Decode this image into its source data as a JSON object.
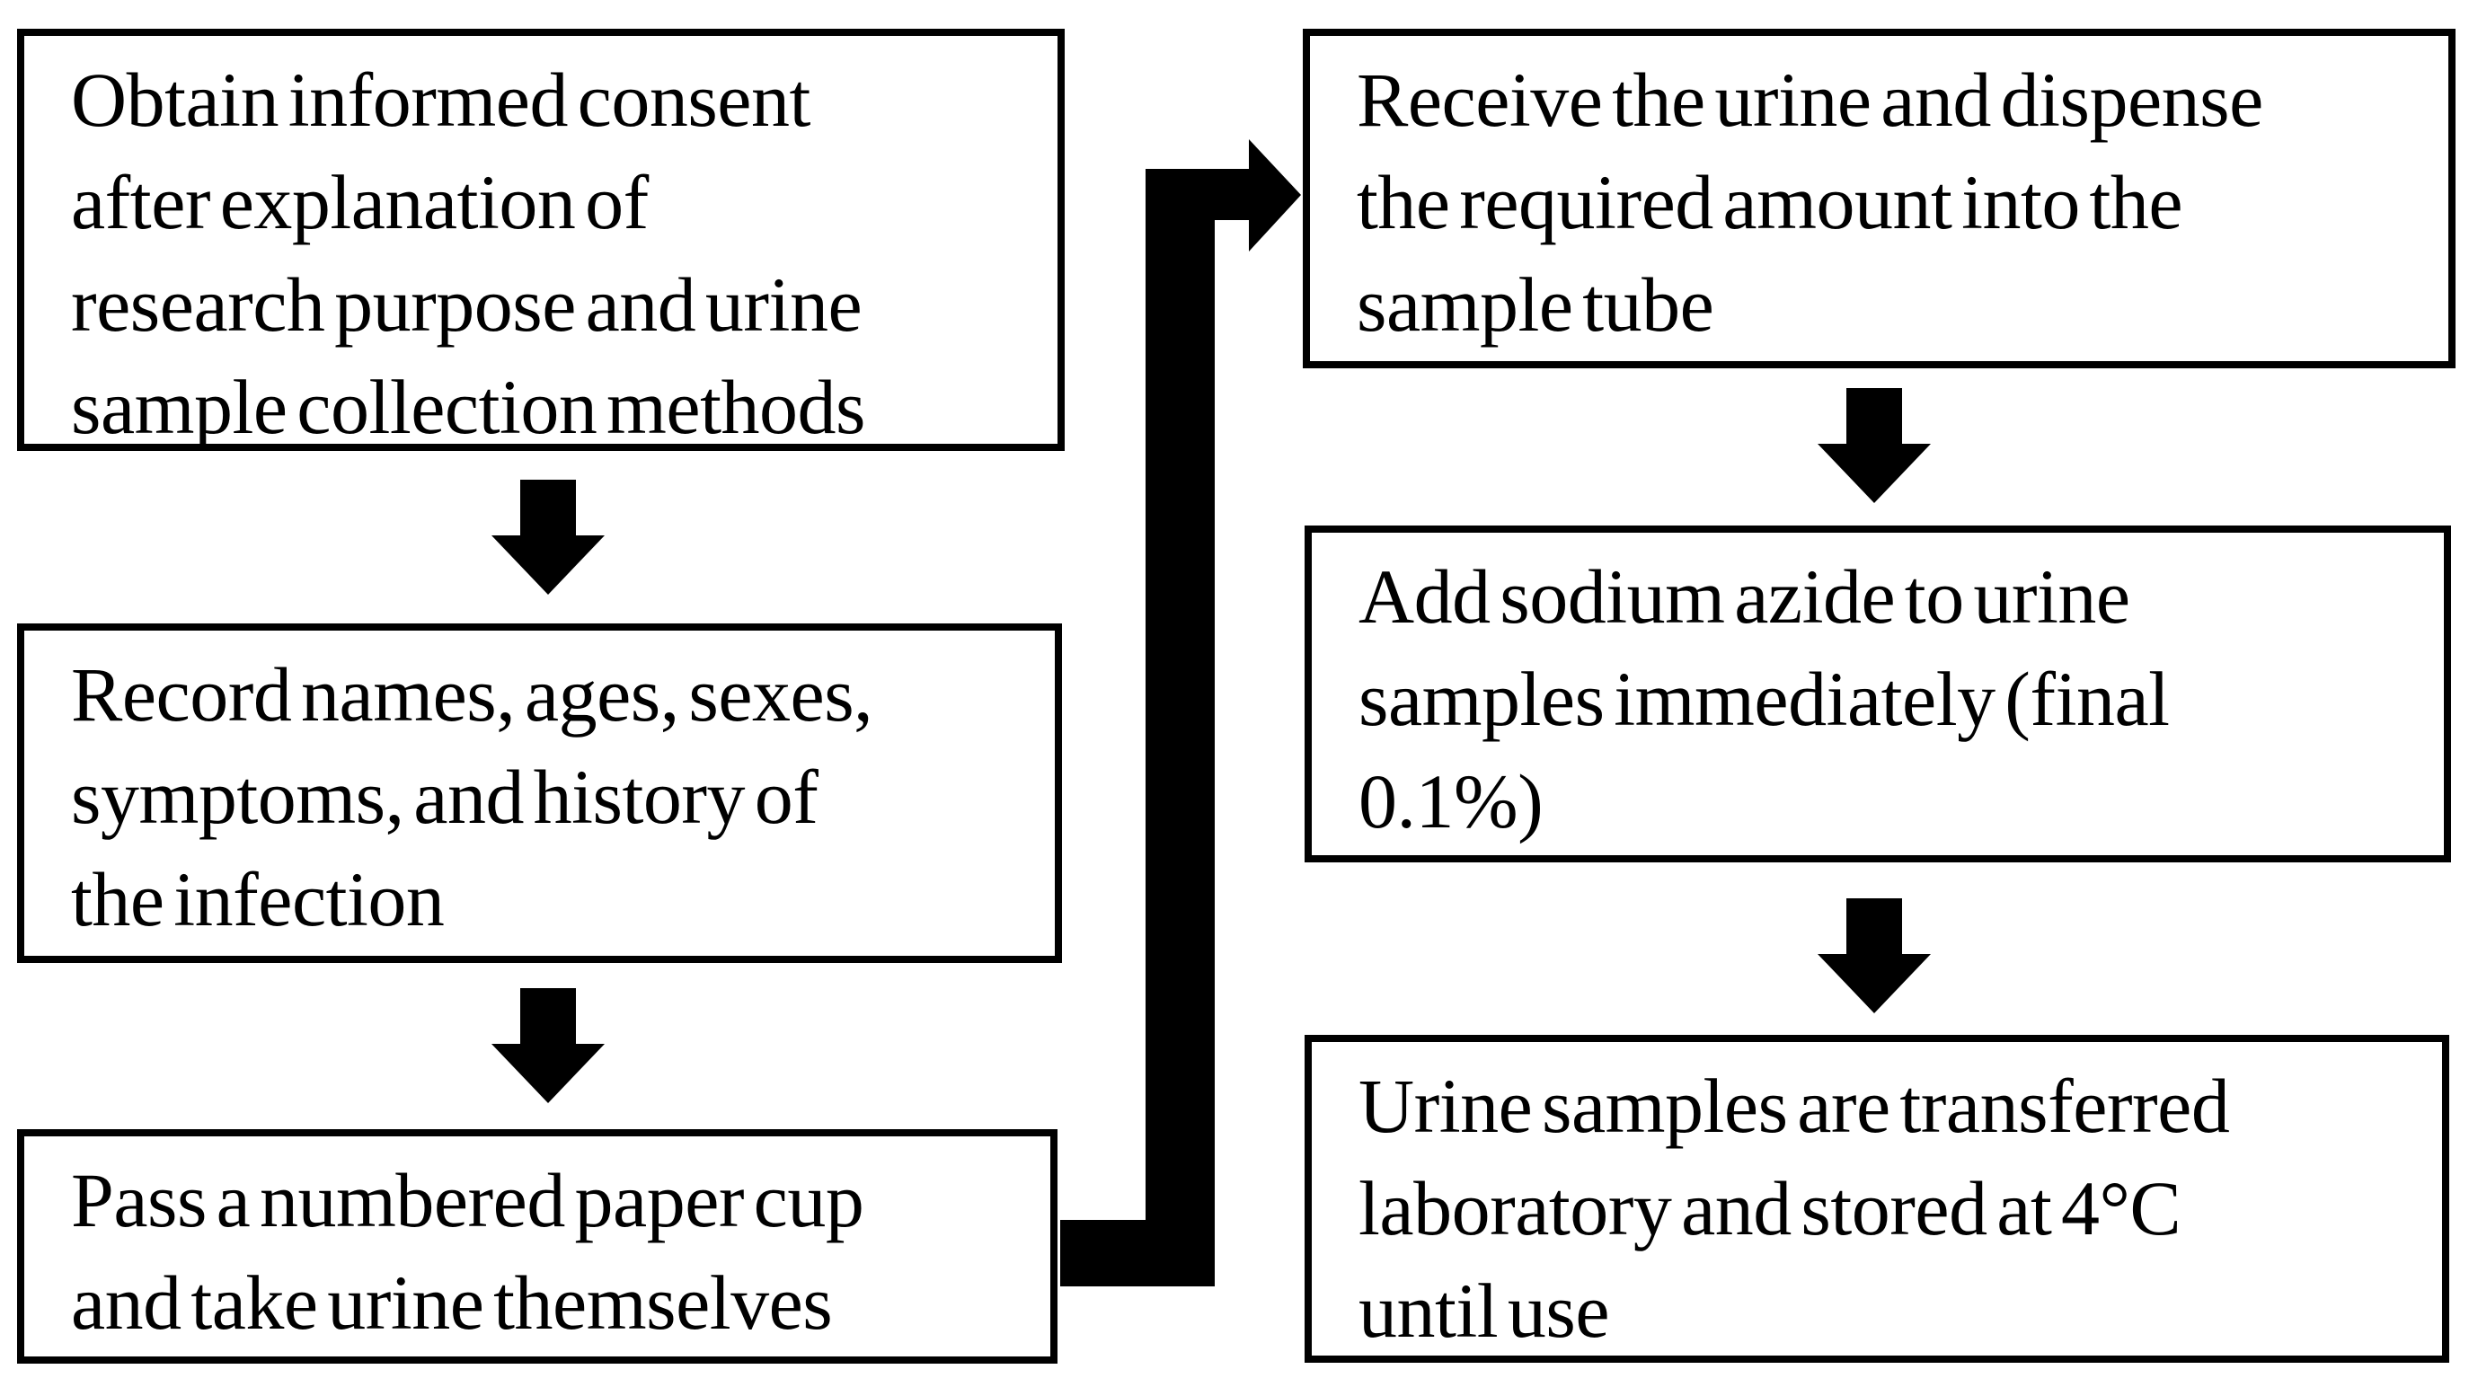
{
  "diagram": {
    "type": "flowchart",
    "background_color": "#ffffff",
    "box_border_color": "#000000",
    "box_fill_color": "#ffffff",
    "text_color": "#000000",
    "arrow_color": "#000000",
    "steps": [
      {
        "id": "step-1",
        "column": "left",
        "text": "Obtain informed consent after explanation of research purpose and urine sample collection methods",
        "lines": [
          "Obtain informed consent",
          "after explanation of",
          "research purpose and urine",
          "sample collection methods"
        ]
      },
      {
        "id": "step-2",
        "column": "left",
        "text": "Record names, ages, sexes, symptoms, and history of the infection",
        "lines": [
          "Record names, ages, sexes,",
          "symptoms, and history of",
          "the infection"
        ]
      },
      {
        "id": "step-3",
        "column": "left",
        "text": "Pass a numbered paper cup and take urine themselves",
        "lines": [
          "Pass a numbered paper cup",
          "and take urine themselves"
        ]
      },
      {
        "id": "step-4",
        "column": "right",
        "text": "Receive the urine and dispense the required amount into the sample tube",
        "lines": [
          "Receive the urine and dispense",
          "the required amount into the",
          "sample tube"
        ]
      },
      {
        "id": "step-5",
        "column": "right",
        "text": "Add sodium azide to urine samples immediately (final 0.1%)",
        "lines": [
          "Add sodium azide to urine",
          "samples immediately (final",
          "0.1%)"
        ]
      },
      {
        "id": "step-6",
        "column": "right",
        "text": "Urine samples are transferred laboratory and stored at 4°C until use",
        "lines": [
          "Urine samples are transferred",
          "laboratory and stored at 4°C",
          "until use"
        ]
      }
    ],
    "connections": [
      {
        "from": "step-1",
        "to": "step-2",
        "shape": "down-arrow"
      },
      {
        "from": "step-2",
        "to": "step-3",
        "shape": "down-arrow"
      },
      {
        "from": "step-3",
        "to": "step-4",
        "shape": "elbow-up-right-arrow"
      },
      {
        "from": "step-4",
        "to": "step-5",
        "shape": "down-arrow"
      },
      {
        "from": "step-5",
        "to": "step-6",
        "shape": "down-arrow"
      }
    ]
  }
}
